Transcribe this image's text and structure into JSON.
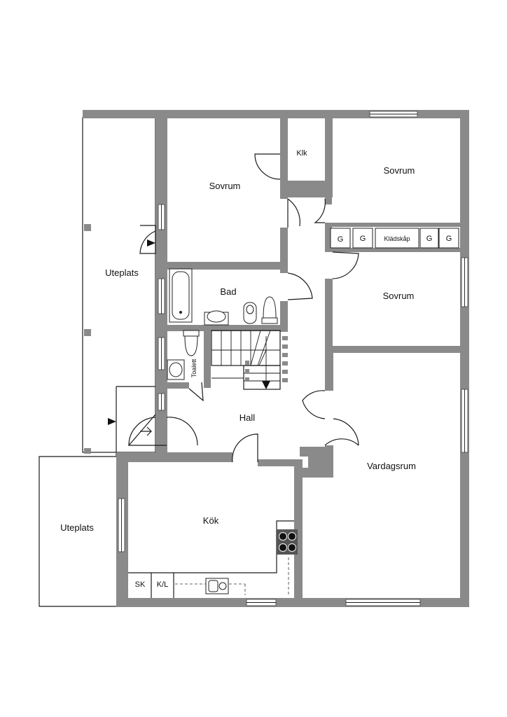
{
  "rooms": {
    "sovrum_1": "Sovrum",
    "klk": "Klk",
    "sovrum_2": "Sovrum",
    "uteplats_1": "Uteplats",
    "bad": "Bad",
    "sovrum_3": "Sovrum",
    "toalett": "Toalett",
    "hall": "Hall",
    "vardagsrum": "Vardagsrum",
    "kok": "Kök",
    "uteplats_2": "Uteplats"
  },
  "closets": {
    "g1": "G",
    "g2": "G",
    "kladskap": "Klädskåp",
    "g3": "G",
    "g4": "G"
  },
  "kitchen": {
    "sk": "SK",
    "kl": "K/L"
  },
  "colors": {
    "wall": "#8a8a8a",
    "line": "#1a1a1a"
  }
}
